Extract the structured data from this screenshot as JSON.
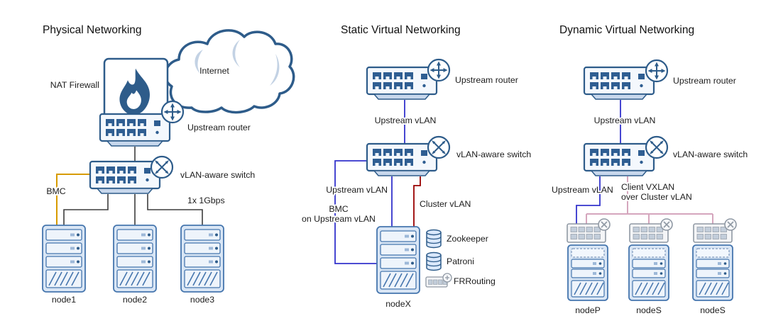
{
  "titles": {
    "physical": "Physical Networking",
    "static": "Static Virtual Networking",
    "dynamic": "Dynamic Virtual Networking"
  },
  "physical": {
    "internet": "Internet",
    "nat_firewall": "NAT Firewall",
    "upstream_router": "Upstream router",
    "vlan_switch": "vLAN-aware switch",
    "bmc": "BMC",
    "link_speed": "1x 1Gbps",
    "nodes": [
      "node1",
      "node2",
      "node3"
    ]
  },
  "static": {
    "upstream_router": "Upstream router",
    "upstream_vlan_top": "Upstream vLAN",
    "vlan_switch": "vLAN-aware switch",
    "upstream_vlan": "Upstream vLAN",
    "cluster_vlan": "Cluster vLAN",
    "bmc_line1": "BMC",
    "bmc_line2": "on Upstream vLAN",
    "services": [
      "Zookeeper",
      "Patroni",
      "FRRouting"
    ],
    "node": "nodeX"
  },
  "dynamic": {
    "upstream_router": "Upstream router",
    "upstream_vlan_top": "Upstream vLAN",
    "vlan_switch": "vLAN-aware switch",
    "upstream_vlan": "Upstream vLAN",
    "vxlan_line1": "Client VXLAN",
    "vxlan_line2": "over Cluster vLAN",
    "nodes": [
      "nodeP",
      "nodeS",
      "nodeS"
    ]
  },
  "colors": {
    "diagram_blue": "#2e5c8a",
    "fill_light": "#d9e6f5",
    "vlan_blue": "#3333cc",
    "cluster_red": "#990000",
    "bmc_orange": "#d79b00",
    "vxlan_pink": "#d5a6bd",
    "wire_black": "#3d3d3d",
    "virtual_grey": "#9099a4"
  },
  "icons": {
    "router-icon": "circle-plus-arrows",
    "l2-switch-icon": "circle-x-arrows",
    "virtual-switch-icon": "circle-x",
    "flame-icon": "firewall-flame",
    "cloud-icon": "internet-cloud",
    "database-icon": "stacked-cylinders",
    "port-icon": "rj45-port"
  }
}
